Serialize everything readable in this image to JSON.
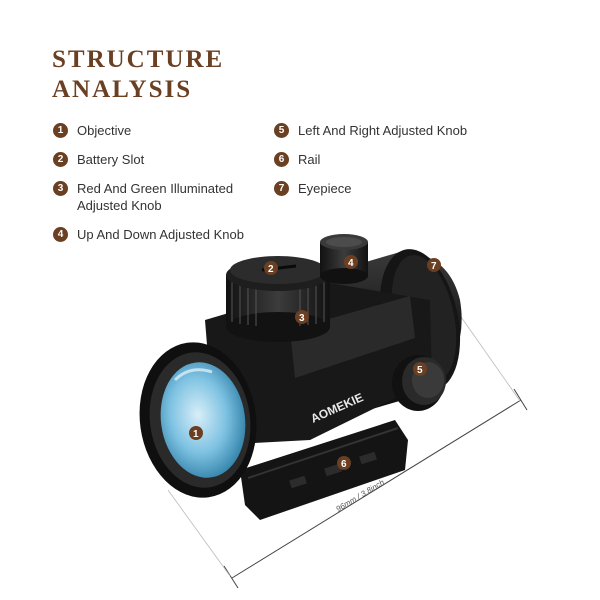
{
  "heading": {
    "line1": "STRUCTURE",
    "line2": "ANALYSIS"
  },
  "legend": [
    {
      "num": "1",
      "label": "Objective"
    },
    {
      "num": "2",
      "label": "Battery Slot"
    },
    {
      "num": "3",
      "label": "Red And Green Illuminated Adjusted Knob"
    },
    {
      "num": "4",
      "label": "Up And Down Adjusted Knob"
    },
    {
      "num": "5",
      "label": "Left And Right Adjusted Knob"
    },
    {
      "num": "6",
      "label": "Rail"
    },
    {
      "num": "7",
      "label": "Eyepiece"
    }
  ],
  "brand": "AOMEKIE",
  "dimension": "96mm / 3.8inch",
  "colors": {
    "accent": "#6b3f22",
    "body": "#1a1a1a",
    "lens": "#5ab4d8"
  }
}
